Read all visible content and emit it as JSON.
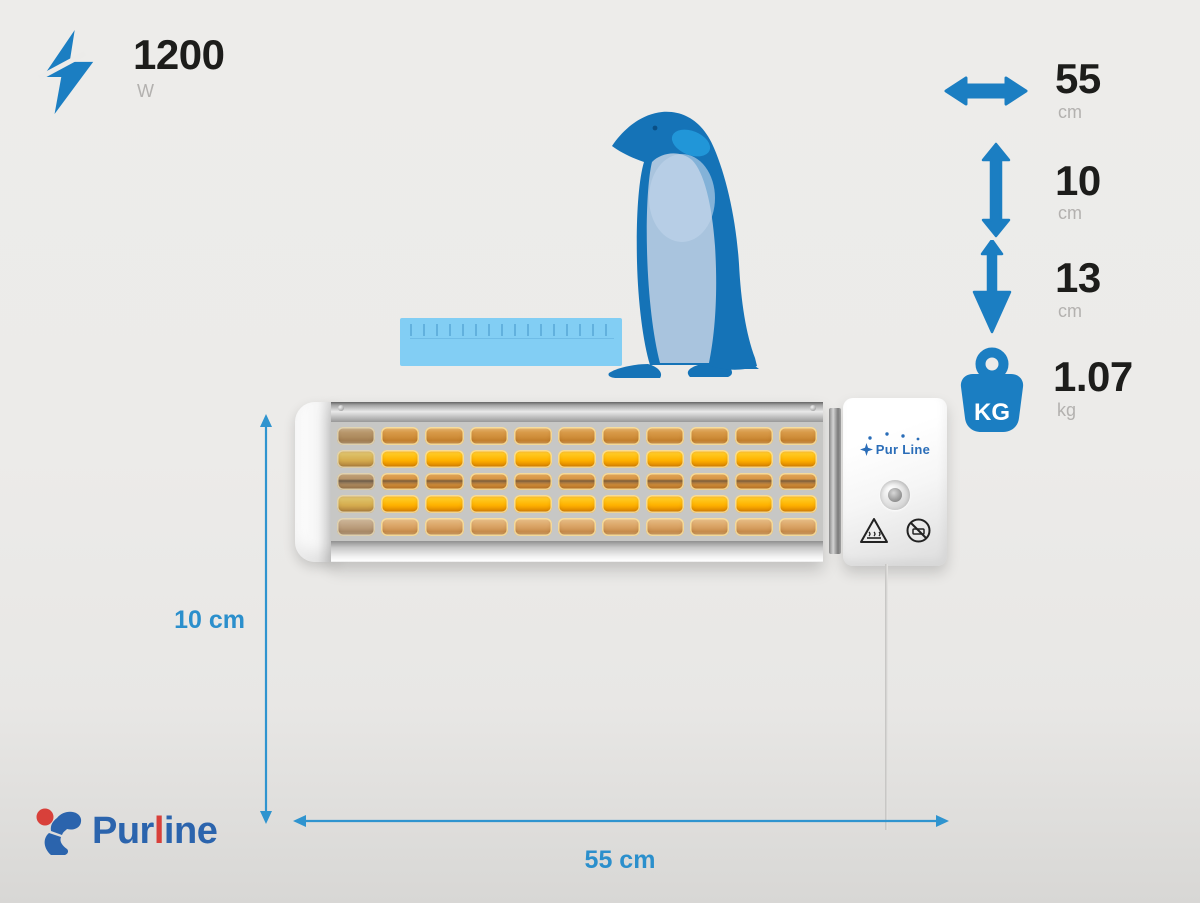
{
  "colors": {
    "accent_blue": "#1b7ec2",
    "thin_arrow_blue": "#2f94cf",
    "dimension_label_blue": "#2b8fcc",
    "number_color": "#1d1d1b",
    "unit_color": "#b3b1af",
    "penguin_body_blue": "#1573b7",
    "penguin_belly": "#a9c4de",
    "penguin_patch_blue": "#2196d8",
    "ruler_blue": "#82cef4",
    "heater_glow_orange": "#ffb300",
    "heater_brand_blue": "#2a6db8",
    "logo_blue": "#2b64ad",
    "logo_red": "#d8403a"
  },
  "power_spec": {
    "value": "1200",
    "unit": "W"
  },
  "width_spec": {
    "value": "55",
    "unit": "cm"
  },
  "height_spec": {
    "value": "10",
    "unit": "cm"
  },
  "depth_spec": {
    "value": "13",
    "unit": "cm"
  },
  "weight_spec": {
    "value": "1.07",
    "unit": "kg",
    "icon_text": "KG"
  },
  "dimension_annotations": {
    "height_label": "10 cm",
    "width_label": "55 cm"
  },
  "heater": {
    "brand_label": "Pur Line",
    "grille": {
      "rows": 5,
      "cols": 11,
      "row_styles": [
        "dim",
        "bright",
        "mid",
        "bright",
        "pale"
      ]
    }
  },
  "footer_logo": {
    "part1": "Pur",
    "part2": "l",
    "part3": "ine"
  }
}
